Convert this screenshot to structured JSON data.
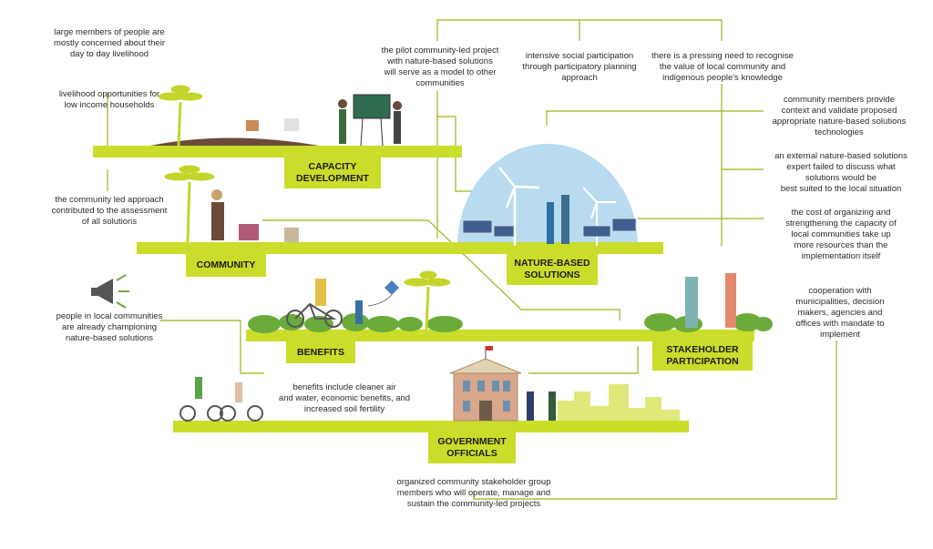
{
  "colors": {
    "platform": "#c9dd2a",
    "connector": "#a6c23a",
    "sky": "#b9dbef",
    "bush": "#6aab3b",
    "palm": "#c3d52a",
    "text": "#2b2b2b"
  },
  "platforms": {
    "capacity_development": "CAPACITY\nDEVELOPMENT",
    "community": "COMMUNITY",
    "nature_based_solutions": "NATURE-BASED\nSOLUTIONS",
    "benefits": "BENEFITS",
    "stakeholder_participation": "STAKEHOLDER\nPARTICIPATION",
    "government_officials": "GOVERNMENT\nOFFICIALS"
  },
  "notes": {
    "livelihood_concern": "large members of people are\nmostly concerned about their\nday to day livelihood",
    "livelihood_opportunities": "livelihood opportunities for\nlow income households",
    "pilot_project": "the pilot community-led project\nwith nature-based solutions\nwill serve as a model to other\ncommunities",
    "social_participation": "intensive social participation\nthrough participatory planning\napproach",
    "pressing_need": "there is a pressing need to recognise\nthe value of local community and\nindigenous people's knowledge",
    "validate_technologies": "community members provide\ncontext and validate proposed\nappropriate nature-based solutions\ntechnologies",
    "external_expert": "an external nature-based solutions\nexpert failed to discuss what\nsolutions would be\nbest suited to the local situation",
    "community_led_approach": "the community led approach\ncontributed to the assessment\nof all solutions",
    "cost_of_organizing": "the cost of organizing and\nstrengthening the capacity of\nlocal communities take up\nmore resources than the\nimplementation itself",
    "cooperation": "cooperation with\nmunicipalities, decision\nmakers, agencies and\noffices with mandate to\nimplement",
    "championing": "people in local communities\nare already championing\nnature-based solutions",
    "benefits_include": "benefits include cleaner air\nand water, economic benefits, and\nincreased soil fertility",
    "organized_group": "organized community stakeholder group\nmembers who will operate, manage and\nsustain the community-led projects"
  },
  "icons": [
    "palm-tree-icon",
    "wind-turbine-icon",
    "solar-panel-icon",
    "megaphone-icon",
    "bicycle-icon",
    "government-building-icon",
    "kite-icon",
    "flag-icon"
  ]
}
